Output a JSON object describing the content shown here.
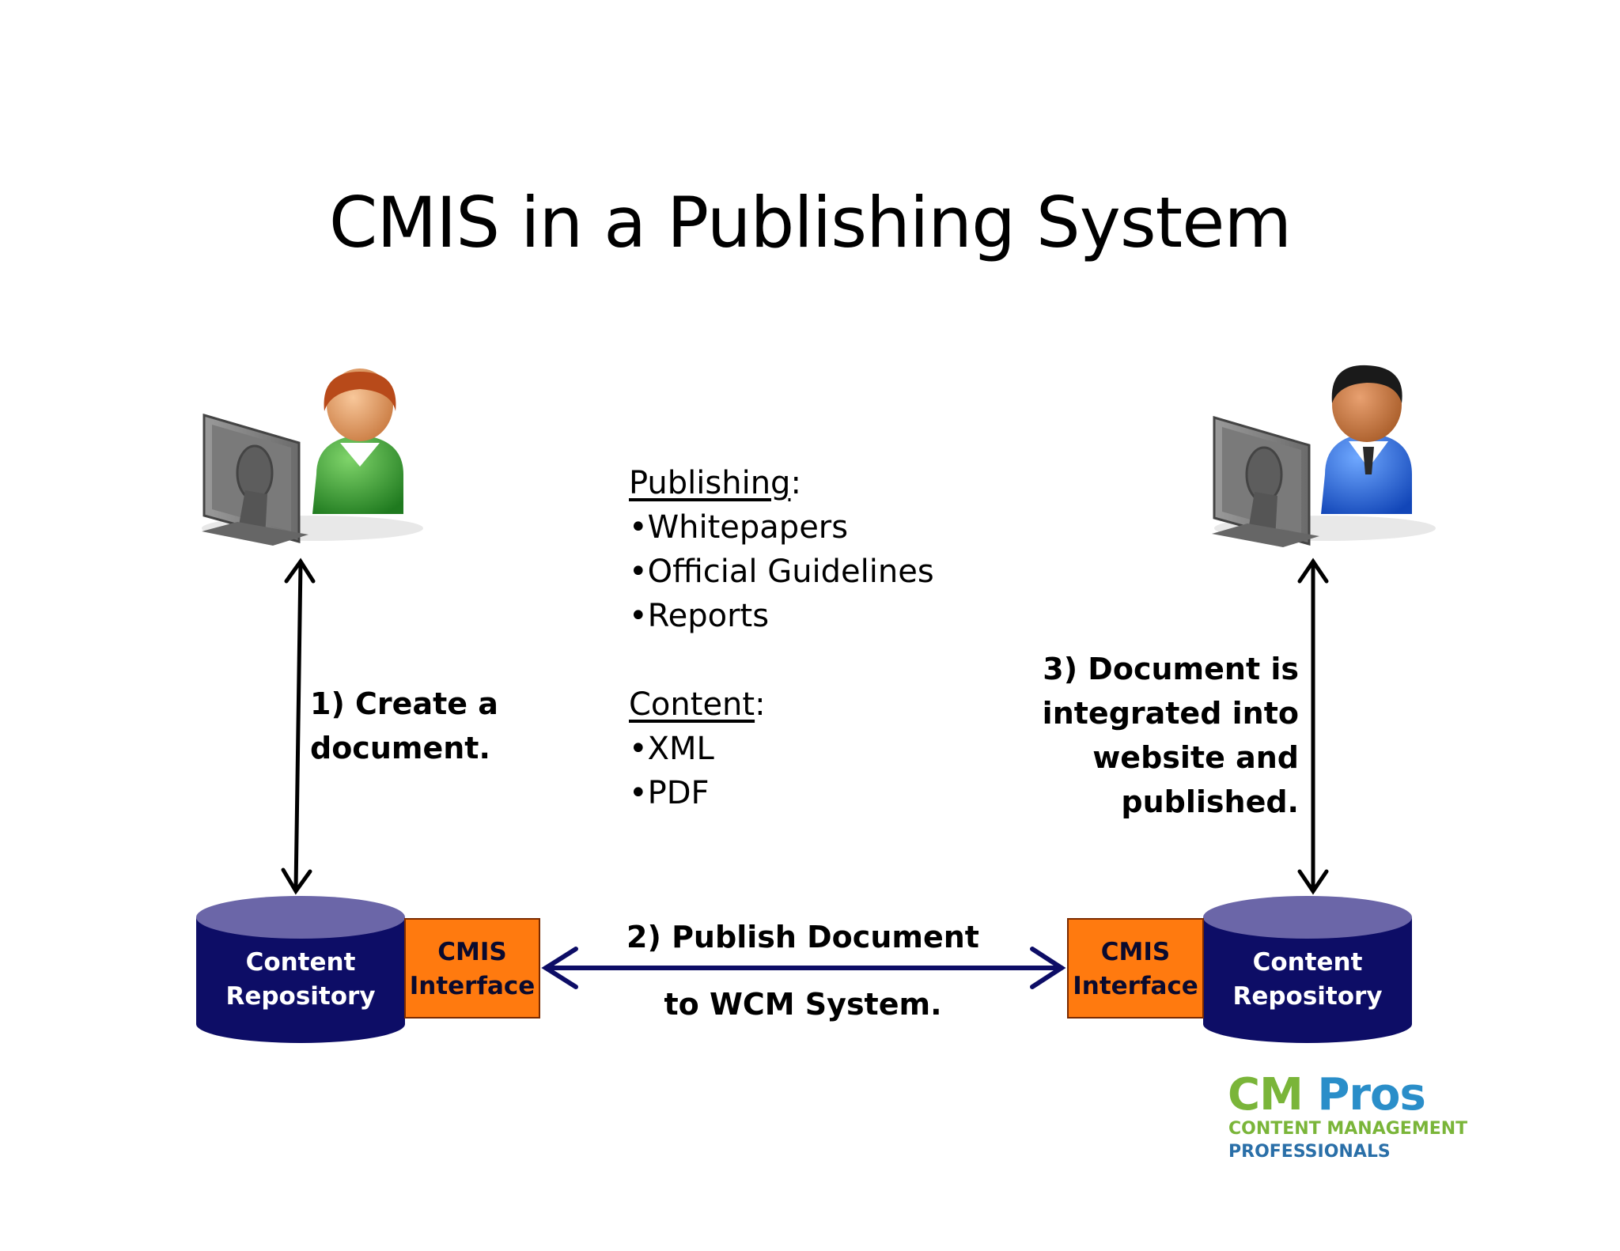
{
  "title": "CMIS in a Publishing System",
  "steps": {
    "step1": [
      "1) Create a",
      "document."
    ],
    "step2": [
      "2) Publish Document",
      "to WCM System."
    ],
    "step3": [
      "3) Document is",
      "integrated into",
      "website and",
      "published."
    ]
  },
  "publishing": {
    "heading": "Publishing",
    "items": [
      "Whitepapers",
      "Official Guidelines",
      "Reports"
    ]
  },
  "content": {
    "heading": "Content",
    "items": [
      "XML",
      "PDF"
    ]
  },
  "repositories": {
    "left": {
      "repo_label": [
        "Content",
        "Repository"
      ],
      "cmis_label": [
        "CMIS",
        "Interface"
      ]
    },
    "right": {
      "repo_label": [
        "Content",
        "Repository"
      ],
      "cmis_label": [
        "CMIS",
        "Interface"
      ]
    }
  },
  "logo": {
    "cm": "CM",
    "pros": "Pros",
    "line1": "CONTENT MANAGEMENT",
    "line2": "PROFESSIONALS"
  },
  "colors": {
    "repo_body": "#0d0d66",
    "repo_top": "#6b66a8",
    "cmis_box": "#ff7a0f",
    "arrow_blue": "#0d0d66",
    "logo_green": "#7ab539",
    "logo_blue": "#2a8ec9"
  },
  "icons": [
    "female-user-at-computer-icon",
    "male-user-at-computer-icon"
  ]
}
